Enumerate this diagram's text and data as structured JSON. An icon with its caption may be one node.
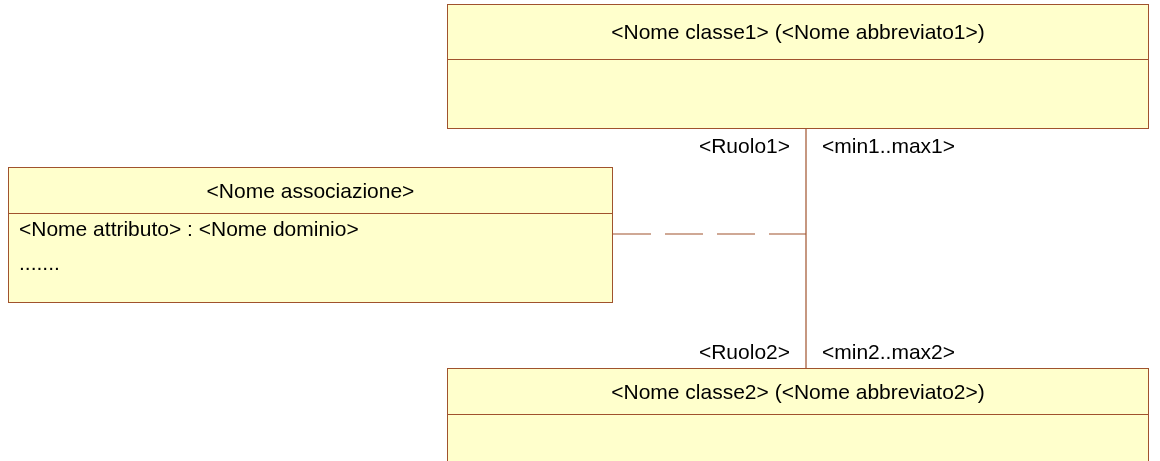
{
  "diagram": {
    "nodes": [
      {
        "text": [
          "<Nome classe1> (<Nome abbreviato1>)"
        ]
      },
      {
        "text": [
          "<Nome associazione>",
          "<Nome attributo> : <Nome dominio>",
          "......."
        ]
      },
      {
        "text": [
          "<Nome classe2> (<Nome abbreviato2>)"
        ]
      }
    ],
    "edges": [
      {
        "from": 0,
        "to": 2,
        "arrow": "none"
      },
      {
        "from": 1,
        "to": null,
        "arrow": "none",
        "style": "dashed"
      }
    ],
    "labels": [
      "<Ruolo1>",
      "<min1..max1>",
      "<Ruolo2>",
      "<min2..max2>"
    ]
  }
}
